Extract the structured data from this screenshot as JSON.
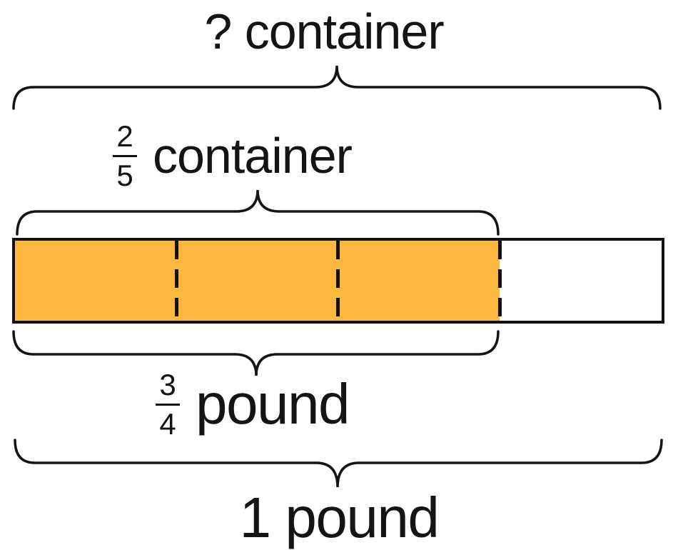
{
  "labels": {
    "top_container": "? container",
    "container_fraction": {
      "numerator": "2",
      "denominator": "5",
      "word": "container"
    },
    "pound_fraction": {
      "numerator": "3",
      "denominator": "4",
      "word": "pound"
    },
    "total_pound": "1 pound"
  },
  "bar": {
    "total_segments": 4,
    "shaded_segments": 3,
    "shaded_fraction": "3/4",
    "shaded_color": "#FCB73E",
    "outline_color": "#111111",
    "divider_style": "dashed"
  },
  "colors": {
    "background": "#FFFFFF",
    "text": "#141414"
  }
}
